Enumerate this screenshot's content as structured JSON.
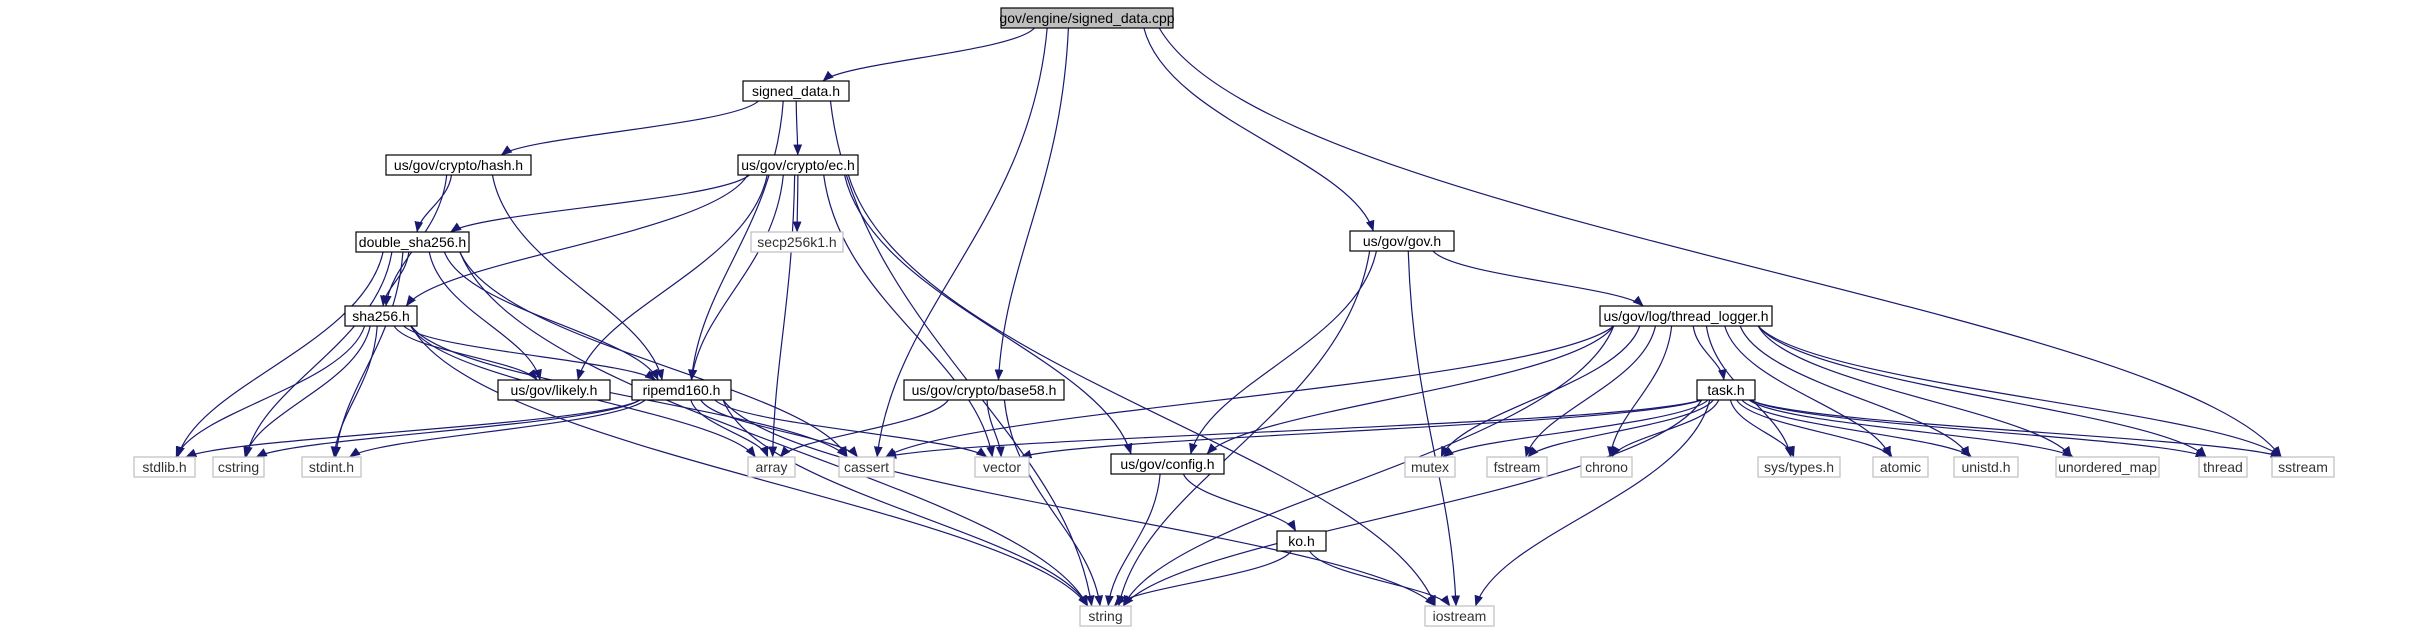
{
  "graph": {
    "edge_color": "#191970",
    "root_fill": "#bfbfbf",
    "system_border": "#bfbfbf",
    "nodes": [
      {
        "id": "root",
        "label": "gov/engine/signed_data.cpp",
        "kind": "root"
      },
      {
        "id": "signed_data_h",
        "label": "signed_data.h",
        "kind": "user"
      },
      {
        "id": "hash_h",
        "label": "us/gov/crypto/hash.h",
        "kind": "user"
      },
      {
        "id": "ec_h",
        "label": "us/gov/crypto/ec.h",
        "kind": "user"
      },
      {
        "id": "double_sha256_h",
        "label": "double_sha256.h",
        "kind": "user"
      },
      {
        "id": "secp256k1_h",
        "label": "secp256k1.h",
        "kind": "system"
      },
      {
        "id": "sha256_h",
        "label": "sha256.h",
        "kind": "user"
      },
      {
        "id": "likely_h",
        "label": "us/gov/likely.h",
        "kind": "user"
      },
      {
        "id": "ripemd160_h",
        "label": "ripemd160.h",
        "kind": "user"
      },
      {
        "id": "base58_h",
        "label": "us/gov/crypto/base58.h",
        "kind": "user"
      },
      {
        "id": "gov_h",
        "label": "us/gov/gov.h",
        "kind": "user"
      },
      {
        "id": "thread_logger_h",
        "label": "us/gov/log/thread_logger.h",
        "kind": "user"
      },
      {
        "id": "task_h",
        "label": "task.h",
        "kind": "user"
      },
      {
        "id": "config_h",
        "label": "us/gov/config.h",
        "kind": "user"
      },
      {
        "id": "ko_h",
        "label": "ko.h",
        "kind": "user"
      },
      {
        "id": "stdlib_h",
        "label": "stdlib.h",
        "kind": "system"
      },
      {
        "id": "cstring",
        "label": "cstring",
        "kind": "system"
      },
      {
        "id": "stdint_h",
        "label": "stdint.h",
        "kind": "system"
      },
      {
        "id": "array",
        "label": "array",
        "kind": "system"
      },
      {
        "id": "cassert",
        "label": "cassert",
        "kind": "system"
      },
      {
        "id": "vector",
        "label": "vector",
        "kind": "system"
      },
      {
        "id": "mutex",
        "label": "mutex",
        "kind": "system"
      },
      {
        "id": "fstream",
        "label": "fstream",
        "kind": "system"
      },
      {
        "id": "chrono",
        "label": "chrono",
        "kind": "system"
      },
      {
        "id": "sys_types_h",
        "label": "sys/types.h",
        "kind": "system"
      },
      {
        "id": "atomic",
        "label": "atomic",
        "kind": "system"
      },
      {
        "id": "unistd_h",
        "label": "unistd.h",
        "kind": "system"
      },
      {
        "id": "unordered_map",
        "label": "unordered_map",
        "kind": "system"
      },
      {
        "id": "thread",
        "label": "thread",
        "kind": "system"
      },
      {
        "id": "sstream",
        "label": "sstream",
        "kind": "system"
      },
      {
        "id": "string",
        "label": "string",
        "kind": "system"
      },
      {
        "id": "iostream",
        "label": "iostream",
        "kind": "system"
      }
    ],
    "edges": [
      [
        "root",
        "signed_data_h"
      ],
      [
        "root",
        "cassert"
      ],
      [
        "root",
        "base58_h"
      ],
      [
        "root",
        "gov_h"
      ],
      [
        "root",
        "sstream"
      ],
      [
        "signed_data_h",
        "hash_h"
      ],
      [
        "signed_data_h",
        "ec_h"
      ],
      [
        "signed_data_h",
        "ripemd160_h"
      ],
      [
        "signed_data_h",
        "string"
      ],
      [
        "hash_h",
        "double_sha256_h"
      ],
      [
        "hash_h",
        "sha256_h"
      ],
      [
        "hash_h",
        "ripemd160_h"
      ],
      [
        "ec_h",
        "double_sha256_h"
      ],
      [
        "ec_h",
        "secp256k1_h"
      ],
      [
        "ec_h",
        "sha256_h"
      ],
      [
        "ec_h",
        "likely_h"
      ],
      [
        "ec_h",
        "ripemd160_h"
      ],
      [
        "ec_h",
        "array"
      ],
      [
        "ec_h",
        "vector"
      ],
      [
        "ec_h",
        "config_h"
      ],
      [
        "ec_h",
        "iostream"
      ],
      [
        "double_sha256_h",
        "sha256_h"
      ],
      [
        "double_sha256_h",
        "likely_h"
      ],
      [
        "double_sha256_h",
        "ripemd160_h"
      ],
      [
        "double_sha256_h",
        "stdlib_h"
      ],
      [
        "double_sha256_h",
        "cstring"
      ],
      [
        "double_sha256_h",
        "stdint_h"
      ],
      [
        "double_sha256_h",
        "cassert"
      ],
      [
        "double_sha256_h",
        "string"
      ],
      [
        "sha256_h",
        "likely_h"
      ],
      [
        "sha256_h",
        "ripemd160_h"
      ],
      [
        "sha256_h",
        "stdlib_h"
      ],
      [
        "sha256_h",
        "cstring"
      ],
      [
        "sha256_h",
        "stdint_h"
      ],
      [
        "sha256_h",
        "array"
      ],
      [
        "sha256_h",
        "cassert"
      ],
      [
        "sha256_h",
        "string"
      ],
      [
        "ripemd160_h",
        "stdlib_h"
      ],
      [
        "ripemd160_h",
        "cstring"
      ],
      [
        "ripemd160_h",
        "stdint_h"
      ],
      [
        "ripemd160_h",
        "array"
      ],
      [
        "ripemd160_h",
        "cassert"
      ],
      [
        "ripemd160_h",
        "vector"
      ],
      [
        "ripemd160_h",
        "string"
      ],
      [
        "ripemd160_h",
        "iostream"
      ],
      [
        "base58_h",
        "array"
      ],
      [
        "base58_h",
        "vector"
      ],
      [
        "base58_h",
        "string"
      ],
      [
        "gov_h",
        "thread_logger_h"
      ],
      [
        "gov_h",
        "config_h"
      ],
      [
        "gov_h",
        "string"
      ],
      [
        "gov_h",
        "iostream"
      ],
      [
        "thread_logger_h",
        "task_h"
      ],
      [
        "thread_logger_h",
        "cassert"
      ],
      [
        "thread_logger_h",
        "config_h"
      ],
      [
        "thread_logger_h",
        "mutex"
      ],
      [
        "thread_logger_h",
        "fstream"
      ],
      [
        "thread_logger_h",
        "chrono"
      ],
      [
        "thread_logger_h",
        "sys_types_h"
      ],
      [
        "thread_logger_h",
        "atomic"
      ],
      [
        "thread_logger_h",
        "unistd_h"
      ],
      [
        "thread_logger_h",
        "unordered_map"
      ],
      [
        "thread_logger_h",
        "thread"
      ],
      [
        "thread_logger_h",
        "sstream"
      ],
      [
        "thread_logger_h",
        "string"
      ],
      [
        "task_h",
        "cassert"
      ],
      [
        "task_h",
        "vector"
      ],
      [
        "task_h",
        "mutex"
      ],
      [
        "task_h",
        "fstream"
      ],
      [
        "task_h",
        "chrono"
      ],
      [
        "task_h",
        "sys_types_h"
      ],
      [
        "task_h",
        "atomic"
      ],
      [
        "task_h",
        "unistd_h"
      ],
      [
        "task_h",
        "unordered_map"
      ],
      [
        "task_h",
        "thread"
      ],
      [
        "task_h",
        "sstream"
      ],
      [
        "task_h",
        "string"
      ],
      [
        "task_h",
        "iostream"
      ],
      [
        "config_h",
        "ko_h"
      ],
      [
        "config_h",
        "string"
      ],
      [
        "ko_h",
        "string"
      ],
      [
        "ko_h",
        "iostream"
      ]
    ]
  }
}
